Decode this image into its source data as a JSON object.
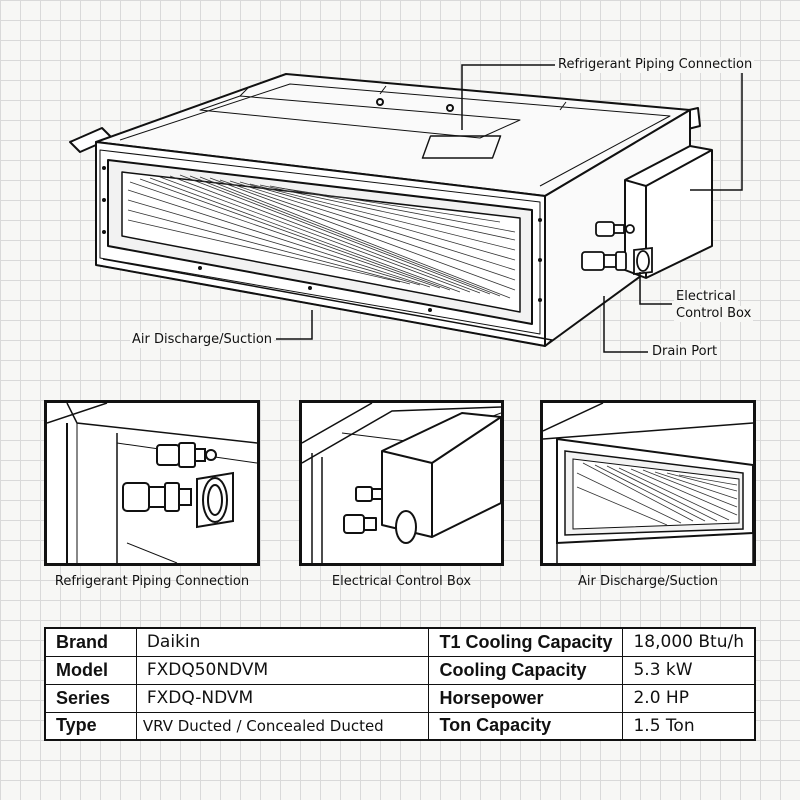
{
  "callouts": {
    "refrigerant": "Refrigerant Piping Connection",
    "electrical_line1": "Electrical",
    "electrical_line2": "Control Box",
    "drain": "Drain Port",
    "air": "Air Discharge/Suction"
  },
  "details": [
    {
      "caption": "Refrigerant Piping Connection"
    },
    {
      "caption": "Electrical Control Box"
    },
    {
      "caption": "Air Discharge/Suction"
    }
  ],
  "specs": {
    "rows": [
      {
        "k1": "Brand",
        "v1": "Daikin",
        "k2": "T1 Cooling Capacity",
        "v2": "18,000 Btu/h"
      },
      {
        "k1": "Model",
        "v1": "FXDQ50NDVM",
        "k2": "Cooling Capacity",
        "v2": "5.3 kW"
      },
      {
        "k1": "Series",
        "v1": "FXDQ-NDVM",
        "k2": "Horsepower",
        "v2": "2.0 HP"
      },
      {
        "k1": "Type",
        "v1": "VRV Ducted / Concealed Ducted",
        "k2": "Ton Capacity",
        "v2": "1.5 Ton"
      }
    ]
  }
}
